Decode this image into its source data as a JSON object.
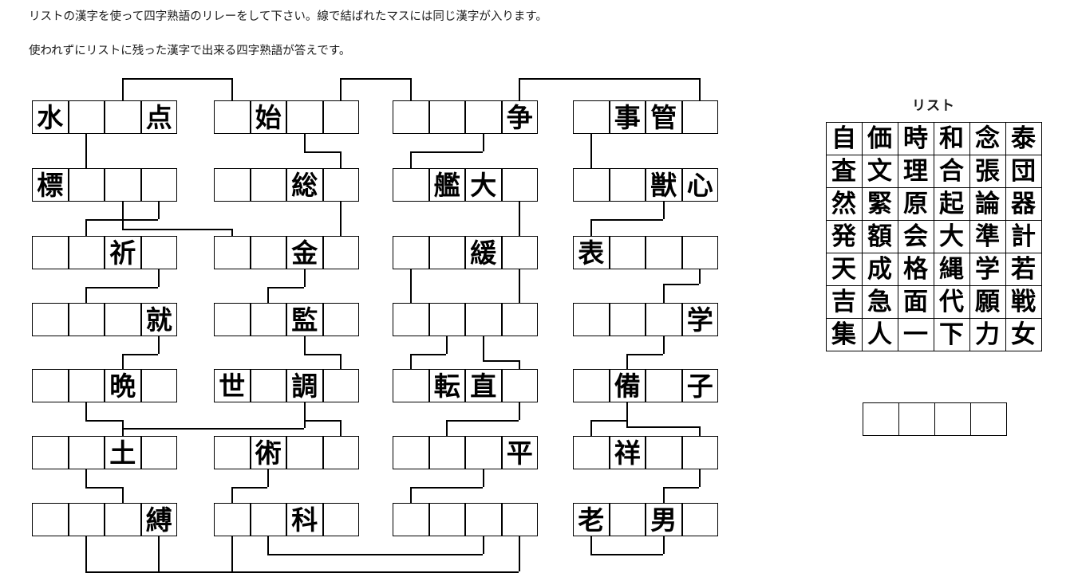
{
  "instructions": {
    "line1": "リストの漢字を使って四字熟語のリレーをして下さい。線で結ばれたマスには同じ漢字が入ります。",
    "line2": "使われずにリストに残った漢字で出来る四字熟語が答えです。"
  },
  "puzzle": {
    "rows": 7,
    "blocks_per_row": 4,
    "cells_per_block": 4,
    "grid": [
      [
        [
          "水",
          "",
          "",
          "点"
        ],
        [
          "",
          "始",
          "",
          ""
        ],
        [
          "",
          "",
          "",
          "争"
        ],
        [
          "",
          "事",
          "管",
          ""
        ]
      ],
      [
        [
          "標",
          "",
          "",
          ""
        ],
        [
          "",
          "",
          "総",
          ""
        ],
        [
          "",
          "艦",
          "大",
          ""
        ],
        [
          "",
          "",
          "獣",
          "心"
        ]
      ],
      [
        [
          "",
          "",
          "祈",
          ""
        ],
        [
          "",
          "",
          "金",
          ""
        ],
        [
          "",
          "",
          "緩",
          ""
        ],
        [
          "表",
          "",
          "",
          ""
        ]
      ],
      [
        [
          "",
          "",
          "",
          "就"
        ],
        [
          "",
          "",
          "監",
          ""
        ],
        [
          "",
          "",
          "",
          ""
        ],
        [
          "",
          "",
          "",
          "学"
        ]
      ],
      [
        [
          "",
          "",
          "晩",
          ""
        ],
        [
          "世",
          "",
          "調",
          ""
        ],
        [
          "",
          "転",
          "直",
          ""
        ],
        [
          "",
          "備",
          "",
          "子"
        ]
      ],
      [
        [
          "",
          "",
          "土",
          ""
        ],
        [
          "",
          "術",
          "",
          ""
        ],
        [
          "",
          "",
          "",
          "平"
        ],
        [
          "",
          "祥",
          "",
          ""
        ]
      ],
      [
        [
          "",
          "",
          "",
          "縛"
        ],
        [
          "",
          "",
          "科",
          ""
        ],
        [
          "",
          "",
          "",
          ""
        ],
        [
          "老",
          "",
          "男",
          ""
        ]
      ]
    ]
  },
  "list": {
    "title": "リスト",
    "columns": 6,
    "rows": [
      [
        "自",
        "価",
        "時",
        "和",
        "念",
        "泰"
      ],
      [
        "査",
        "文",
        "理",
        "合",
        "張",
        "団"
      ],
      [
        "然",
        "緊",
        "原",
        "起",
        "論",
        "器"
      ],
      [
        "発",
        "額",
        "会",
        "大",
        "準",
        "計"
      ],
      [
        "天",
        "成",
        "格",
        "縄",
        "学",
        "若"
      ],
      [
        "吉",
        "急",
        "面",
        "代",
        "願",
        "戦"
      ],
      [
        "集",
        "人",
        "一",
        "下",
        "力",
        "女"
      ]
    ]
  },
  "answer": {
    "cells": [
      "",
      "",
      "",
      ""
    ]
  },
  "colors": {
    "ink": "#000000",
    "text": "#1a1a1a",
    "background": "#ffffff"
  }
}
